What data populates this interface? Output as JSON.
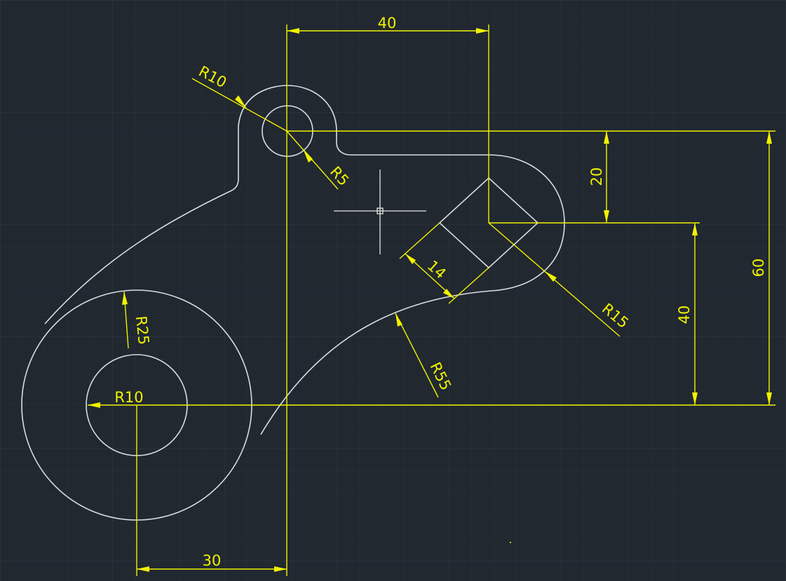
{
  "colors": {
    "background": "#212830",
    "grid_minor": "#28303a",
    "grid_major": "#2f3843",
    "geometry": "#d8dde2",
    "dimension": "#f2f200",
    "crosshair": "#e6e6e6"
  },
  "dimensions": {
    "top_width": "40",
    "bottom_width": "30",
    "right_height_60": "60",
    "right_height_40": "40",
    "upper_height_20": "20",
    "square_size": "14",
    "radius_r10_top": "R10",
    "radius_r5": "R5",
    "radius_r15": "R15",
    "radius_r55": "R55",
    "radius_r25": "R25",
    "radius_r10_bottom": "R10"
  }
}
